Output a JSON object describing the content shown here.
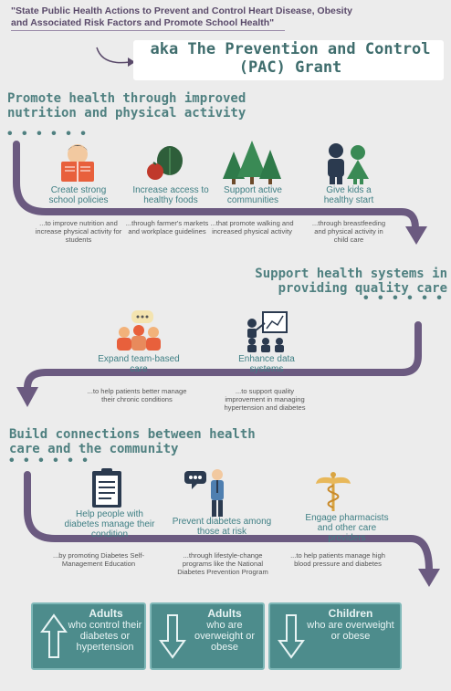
{
  "quote": "\"State Public Health Actions to Prevent and Control Heart Disease, Obesity and Associated Risk Factors and Promote School Health\"",
  "aka": "aka The Prevention and Control (PAC) Grant",
  "section1": {
    "heading": "Promote health through improved nutrition and physical activity",
    "dots": "• • • • • •",
    "items": [
      {
        "label": "Create strong school policies",
        "desc": "...to improve nutrition and increase physical activity for students",
        "icon": "reading-child-icon"
      },
      {
        "label": "Increase access to healthy foods",
        "desc": "...through farmer's markets and workplace guidelines",
        "icon": "vegetables-icon"
      },
      {
        "label": "Support active communities",
        "desc": "...that promote walking and increased physical activity",
        "icon": "trees-icon"
      },
      {
        "label": "Give kids a healthy start",
        "desc": "...through breastfeeding and physical activity in child care",
        "icon": "family-icon"
      }
    ]
  },
  "section2": {
    "heading": "Support health systems in providing quality care",
    "dots": "• • • • • •",
    "items": [
      {
        "label": "Expand team-based care",
        "desc": "...to help patients better manage their chronic conditions",
        "icon": "team-icon"
      },
      {
        "label": "Enhance data systems",
        "desc": "...to support quality improvement in managing hypertension and diabetes",
        "icon": "data-presentation-icon"
      }
    ]
  },
  "section3": {
    "heading": "Build connections between health care and the community",
    "dots": "• • • • • •",
    "items": [
      {
        "label": "Help people with diabetes manage their condition",
        "desc": "...by promoting Diabetes Self-Management Education",
        "icon": "clipboard-icon"
      },
      {
        "label": "Prevent diabetes among those at risk",
        "desc": "...through lifestyle-change programs like the National Diabetes Prevention Program",
        "icon": "speaker-icon"
      },
      {
        "label": "Engage pharmacists and other care providers",
        "desc": "...to help patients manage high blood pressure and diabetes",
        "icon": "caduceus-icon"
      }
    ]
  },
  "outcomes": [
    {
      "title": "Adults",
      "text": "who control their diabetes or hypertension",
      "direction": "up"
    },
    {
      "title": "Adults",
      "text": "who are overweight or obese",
      "direction": "down"
    },
    {
      "title": "Children",
      "text": "who are overweight or obese",
      "direction": "down"
    }
  ],
  "colors": {
    "teal": "#4f8080",
    "arrow": "#6b5a80",
    "card_teal": "#4d8c8c",
    "accent_orange": "#e8603c"
  }
}
